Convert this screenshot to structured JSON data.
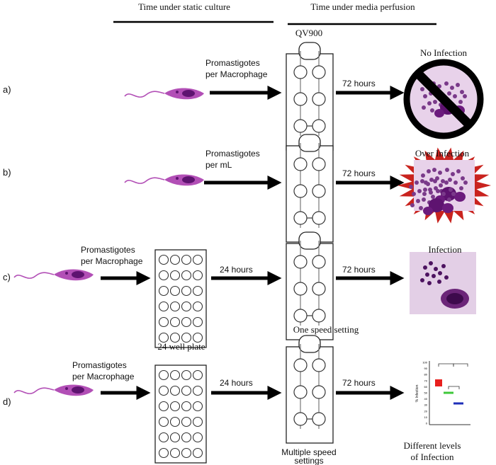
{
  "headers": {
    "static": "Time under static culture",
    "perfusion": "Time under media perfusion",
    "device": "QV900"
  },
  "rows": {
    "a": {
      "label": "a)",
      "input_line1": "Promastigotes",
      "input_line2": "per Macrophage",
      "time": "72 hours",
      "outcome": "No Infection"
    },
    "b": {
      "label": "b)",
      "input_line1": "Promastigotes",
      "input_line2": "per mL",
      "time": "72 hours",
      "outcome": "Over Infection"
    },
    "c": {
      "label": "c)",
      "input_line1": "Promastigotes",
      "input_line2": "per Macrophage",
      "time_static": "24 hours",
      "time": "72 hours",
      "outcome": "Infection"
    },
    "d": {
      "label": "d)",
      "input_line1": "Promastigotes",
      "input_line2": "per Macrophage",
      "time_static": "24 hours",
      "time": "72 hours",
      "plate_label": "24 well plate",
      "speed_top": "One speed setting",
      "speed_bottom1": "Multiple speed",
      "speed_bottom2": "settings",
      "outcome_line1": "Different levels",
      "outcome_line2": "of Infection"
    }
  },
  "mini_chart": {
    "ylabel": "% Infection",
    "y_ticks": [
      "100",
      "90",
      "80",
      "70",
      "60",
      "50",
      "40",
      "30",
      "20",
      "10",
      "0"
    ],
    "colors": {
      "red": "#e8201e",
      "green": "#3ec83a",
      "blue": "#1e2fb8"
    }
  },
  "colors": {
    "parasite_body": "#b24fb6",
    "parasite_nucleus": "#5e1370",
    "cell_bg": "#e8d2ea",
    "burst": "#c9231e"
  }
}
